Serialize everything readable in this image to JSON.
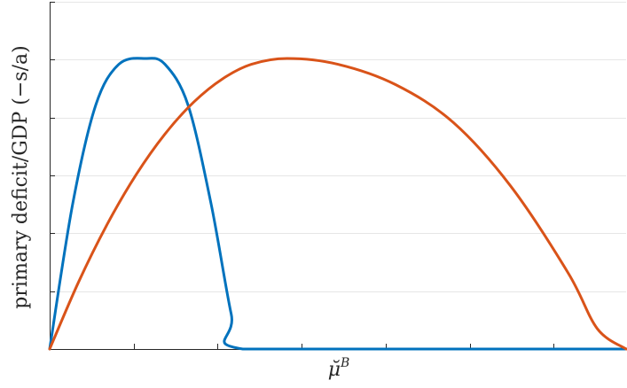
{
  "chart_data": {
    "type": "line",
    "xlabel": "μ̆",
    "xlabel_superscript": "B",
    "ylabel": "primary deficit/GDP (−s/a)",
    "xlim": [
      0,
      1
    ],
    "ylim": [
      0,
      1
    ],
    "x_ticks_count": 8,
    "y_ticks_count": 6,
    "x_tick_labels": [],
    "y_tick_labels": [],
    "grid": "horizontal",
    "legend": "none",
    "series": [
      {
        "color": "#0072BD",
        "x": [
          0,
          0.04,
          0.08,
          0.12,
          0.166,
          0.2,
          0.24,
          0.28,
          0.315,
          0.335,
          0.7,
          1.0
        ],
        "y": [
          0,
          0.5,
          0.84,
          0.98,
          1.0,
          0.98,
          0.84,
          0.5,
          0.12,
          0,
          0,
          0
        ]
      },
      {
        "color": "#D95319",
        "x": [
          0,
          0.05,
          0.1,
          0.15,
          0.2,
          0.25,
          0.3,
          0.35,
          0.412,
          0.5,
          0.6,
          0.7,
          0.8,
          0.9,
          0.95,
          1.0,
          1.0
        ],
        "y": [
          0,
          0.23,
          0.43,
          0.6,
          0.74,
          0.85,
          0.93,
          0.98,
          1.0,
          0.98,
          0.91,
          0.78,
          0.56,
          0.26,
          0.07,
          0,
          0
        ]
      }
    ]
  }
}
